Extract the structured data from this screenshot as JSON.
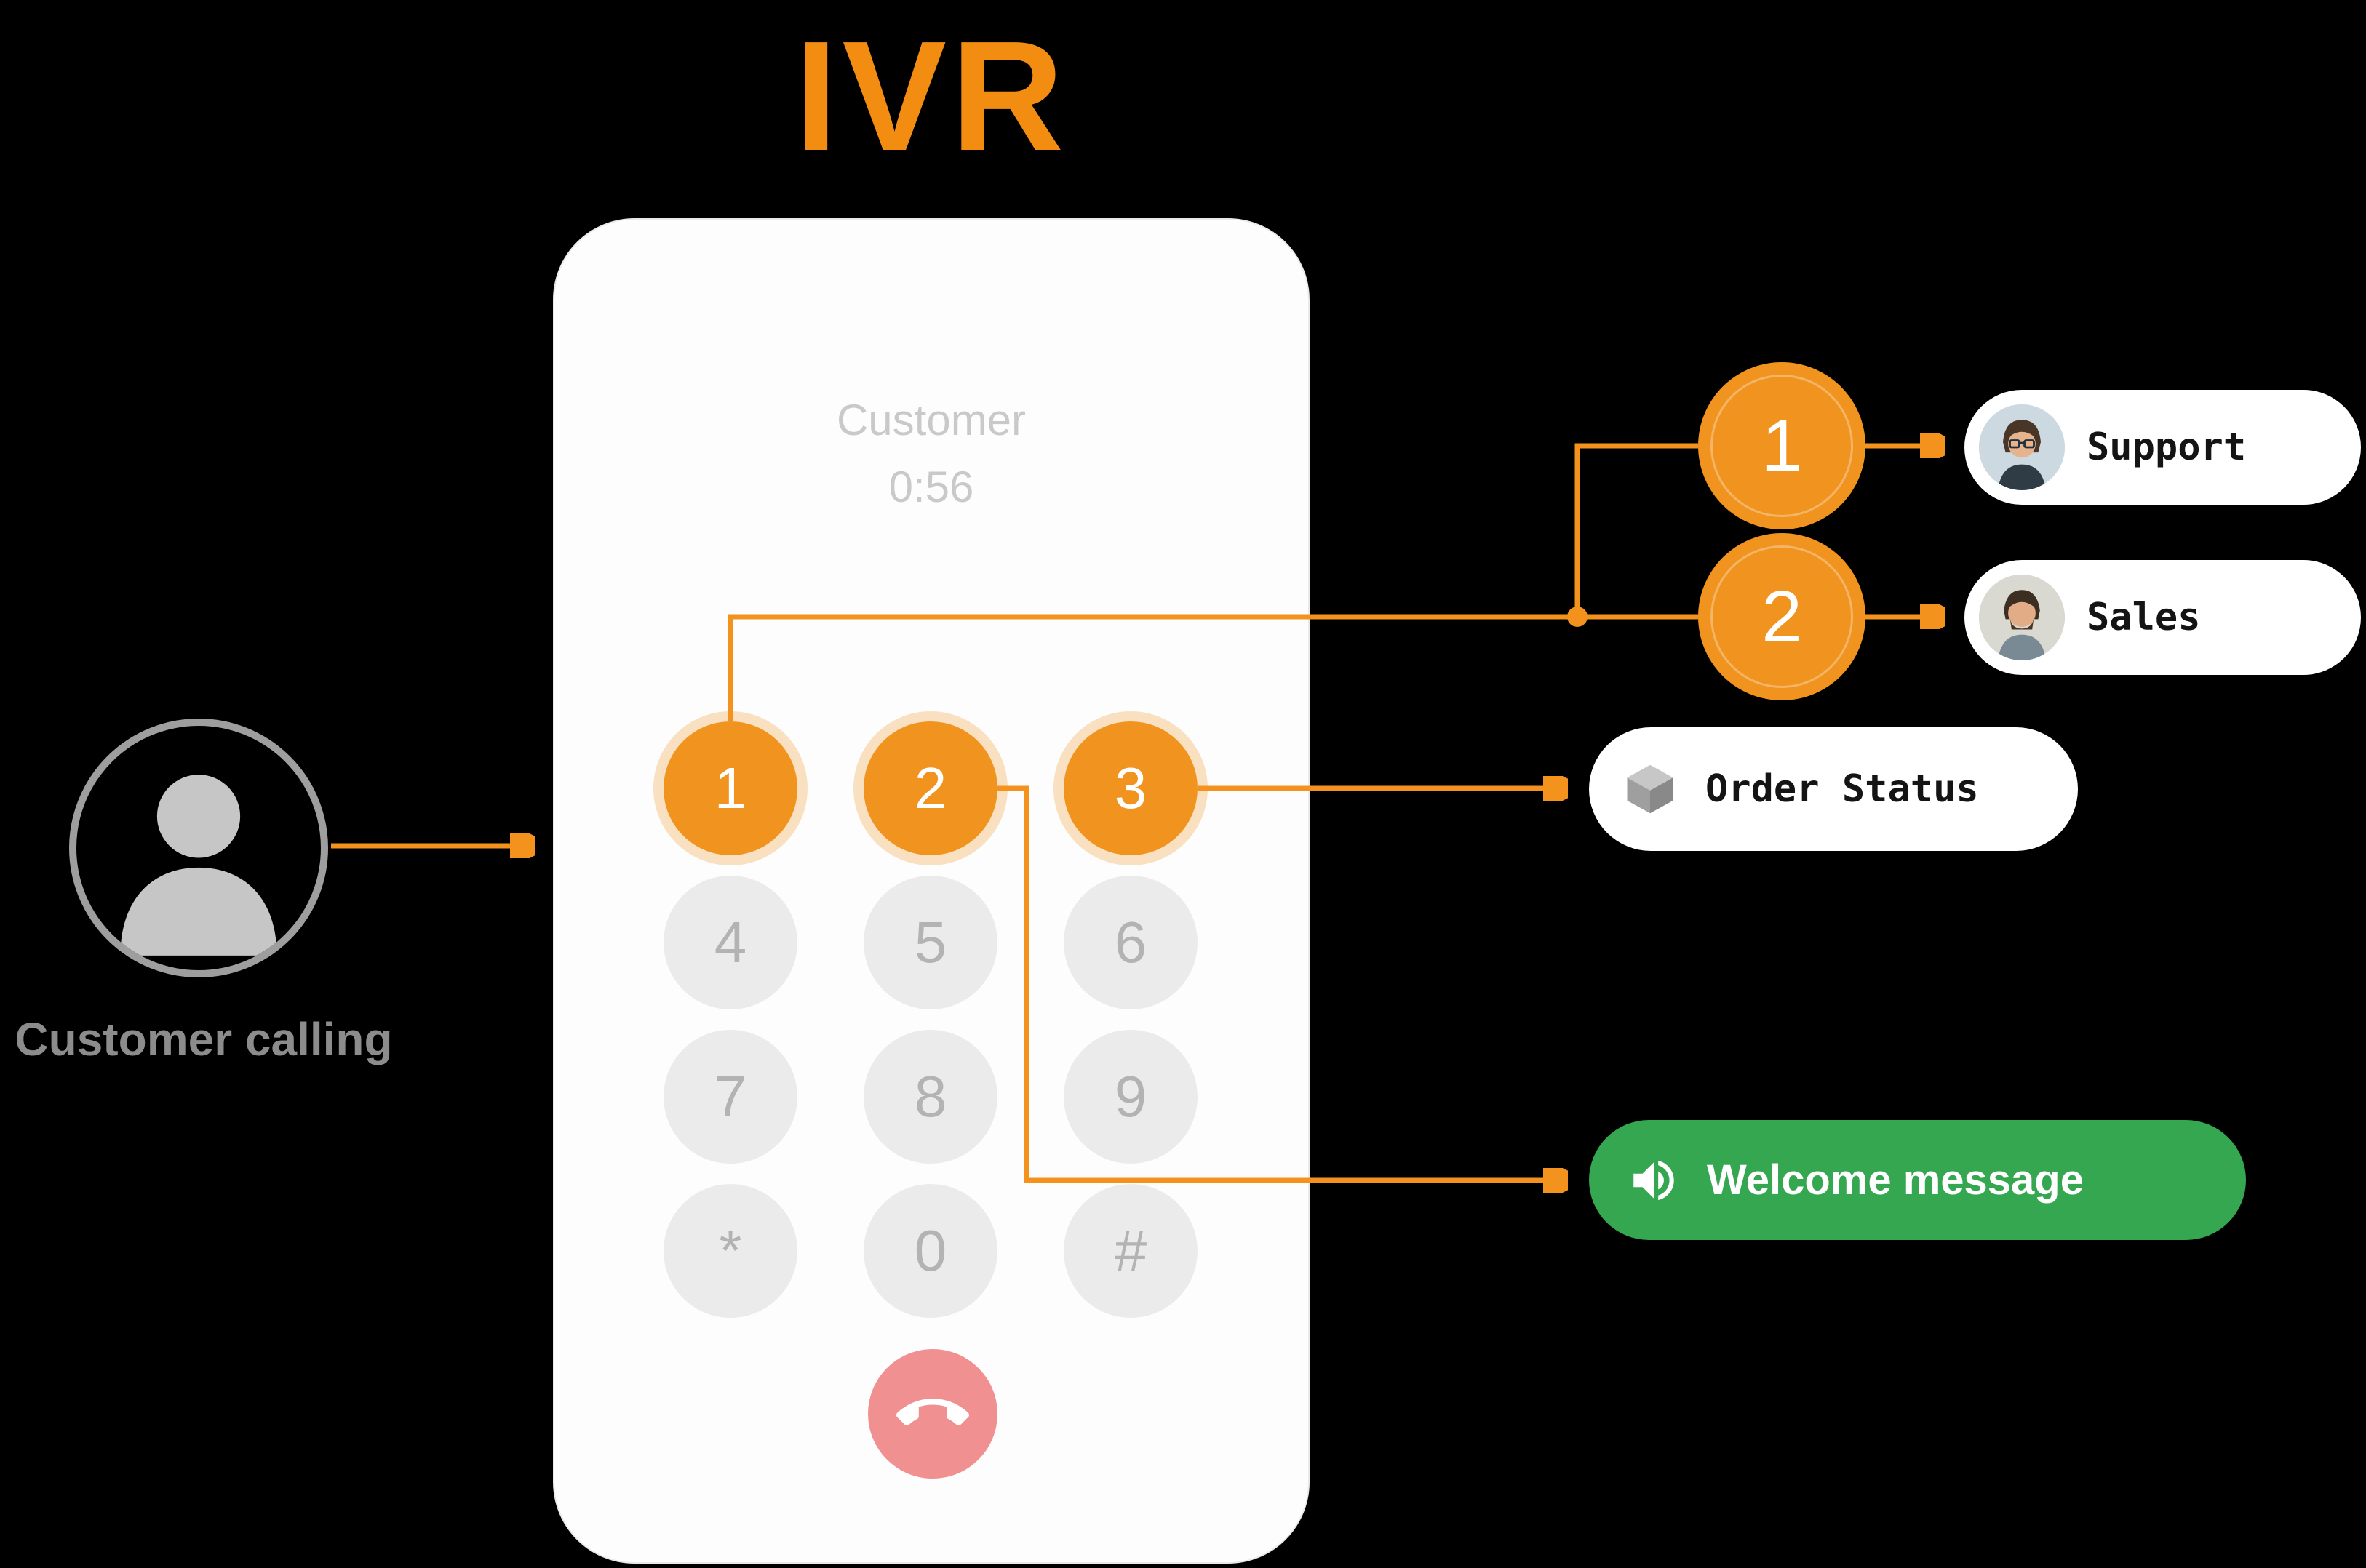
{
  "title": "IVR",
  "caller": {
    "label": "Customer calling"
  },
  "phone": {
    "caller_name": "Customer",
    "call_timer": "0:56",
    "keys": [
      "1",
      "2",
      "3",
      "4",
      "5",
      "6",
      "7",
      "8",
      "9",
      "*",
      "0",
      "#"
    ]
  },
  "branches": [
    {
      "digit": "1",
      "label": "Support"
    },
    {
      "digit": "2",
      "label": "Sales"
    }
  ],
  "order_status": {
    "label": "Order Status"
  },
  "welcome": {
    "label": "Welcome message"
  },
  "colors": {
    "accent_orange": "#F3921C",
    "title_orange": "#F28D11",
    "key_active_orange": "#F0941F",
    "badge_orange": "#F0931F",
    "welcome_green": "#35A750",
    "hangup_pink": "#F09090",
    "key_gray": "#EBEBEB",
    "key_text_gray": "#B3B3B3",
    "muted_text_gray": "#C9C9C9"
  }
}
